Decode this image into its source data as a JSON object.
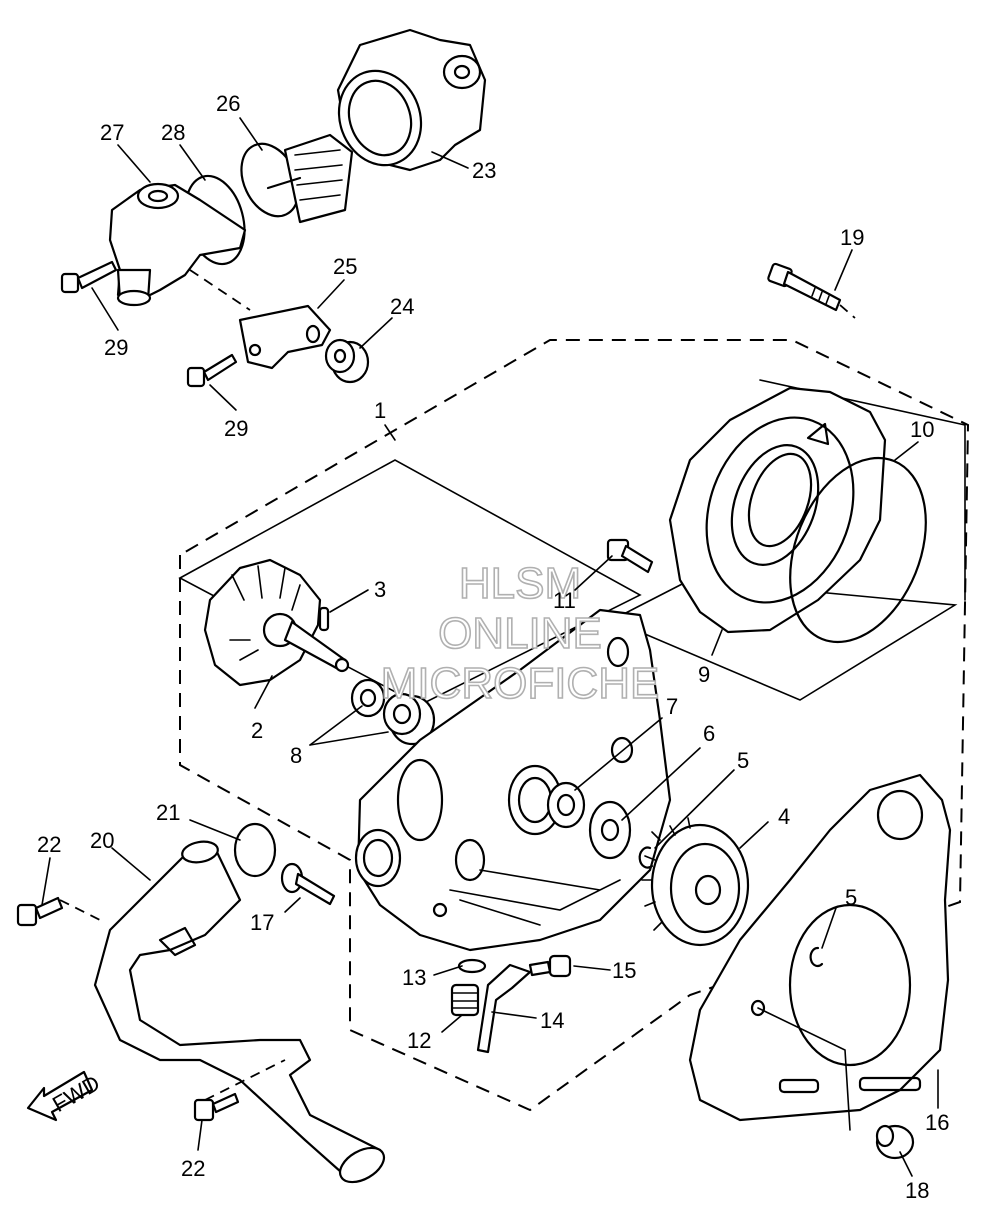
{
  "diagram": {
    "watermark": [
      "HLSM",
      "ONLINE",
      "MICROFICHE"
    ],
    "direction_label": "FWD",
    "callouts": {
      "c1": "1",
      "c2": "2",
      "c3": "3",
      "c4": "4",
      "c5a": "5",
      "c5b": "5",
      "c6": "6",
      "c7": "7",
      "c8": "8",
      "c9": "9",
      "c10": "10",
      "c11": "11",
      "c12": "12",
      "c13": "13",
      "c14": "14",
      "c15": "15",
      "c16": "16",
      "c17": "17",
      "c18": "18",
      "c19": "19",
      "c20": "20",
      "c21": "21",
      "c22a": "22",
      "c22b": "22",
      "c23": "23",
      "c24": "24",
      "c25": "25",
      "c26": "26",
      "c27": "27",
      "c28": "28",
      "c29a": "29",
      "c29b": "29"
    }
  }
}
